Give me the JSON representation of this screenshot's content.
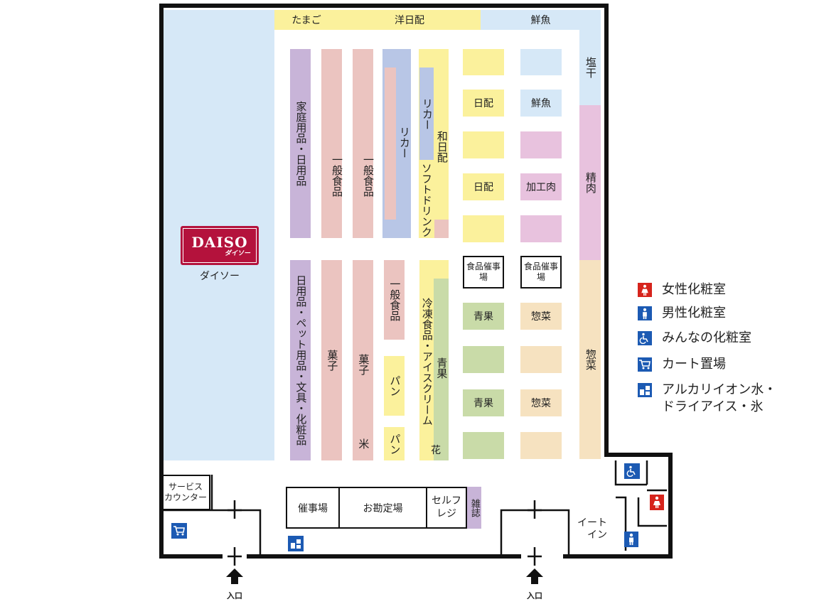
{
  "labels": {
    "tamago": "たまご",
    "youbi": "洋日配",
    "sengyo_top": "鮮魚",
    "enkan": "塩干",
    "seiniku": "精肉",
    "souzai_right": "惣菜",
    "katei": "家庭用品・日用品",
    "ippan1": "一般食品",
    "ippan2": "一般食品",
    "liquor1": "リカー",
    "liquor2": "リカー",
    "wanichi": "和日配",
    "softdrink": "ソフトドリンク",
    "nichihai1": "日配",
    "nichihai2": "日配",
    "sengyo_mid": "鮮魚",
    "kakouniku": "加工肉",
    "event1": "食品催事場",
    "event2": "食品催事場",
    "seika1": "青果",
    "seika2": "青果",
    "seika_v": "青果",
    "souzai1": "惣菜",
    "souzai2": "惣菜",
    "nichiyou_pet": "日用品・ペット用品・文具・化粧品",
    "kashi1": "菓子",
    "kashi2": "菓子",
    "kome": "米",
    "ippan3": "一般食品",
    "pan1": "パン",
    "pan2": "パン",
    "reitou": "冷凍食品・アイスクリーム",
    "hana": "花",
    "daiso_logo": "DAISO",
    "daiso_logo_kana": "ダイソー",
    "daiso_caption": "ダイソー",
    "service1": "サービス",
    "service2": "カウンター",
    "saiji": "催事場",
    "okanjo": "お勘定場",
    "self1": "セルフ",
    "self2": "レジ",
    "zasshi": "雑誌",
    "eatin1": "イート",
    "eatin2": "イン",
    "entrance1": "入口",
    "entrance2": "入口"
  },
  "legend": [
    {
      "icon": "female-restroom-icon",
      "label": "女性化粧室",
      "color": "#d6241c"
    },
    {
      "icon": "male-restroom-icon",
      "label": "男性化粧室",
      "color": "#1c5ab3"
    },
    {
      "icon": "accessible-restroom-icon",
      "label": "みんなの化粧室",
      "color": "#1c5ab3"
    },
    {
      "icon": "cart-icon",
      "label": "カート置場",
      "color": "#1c5ab3"
    },
    {
      "icon": "water-ice-icon",
      "label": "アルカリイオン水・",
      "label2": "ドライアイス・氷",
      "color": "#1c5ab3"
    }
  ],
  "colors": {
    "daiso": "#b4123c",
    "wall": "#111111"
  }
}
